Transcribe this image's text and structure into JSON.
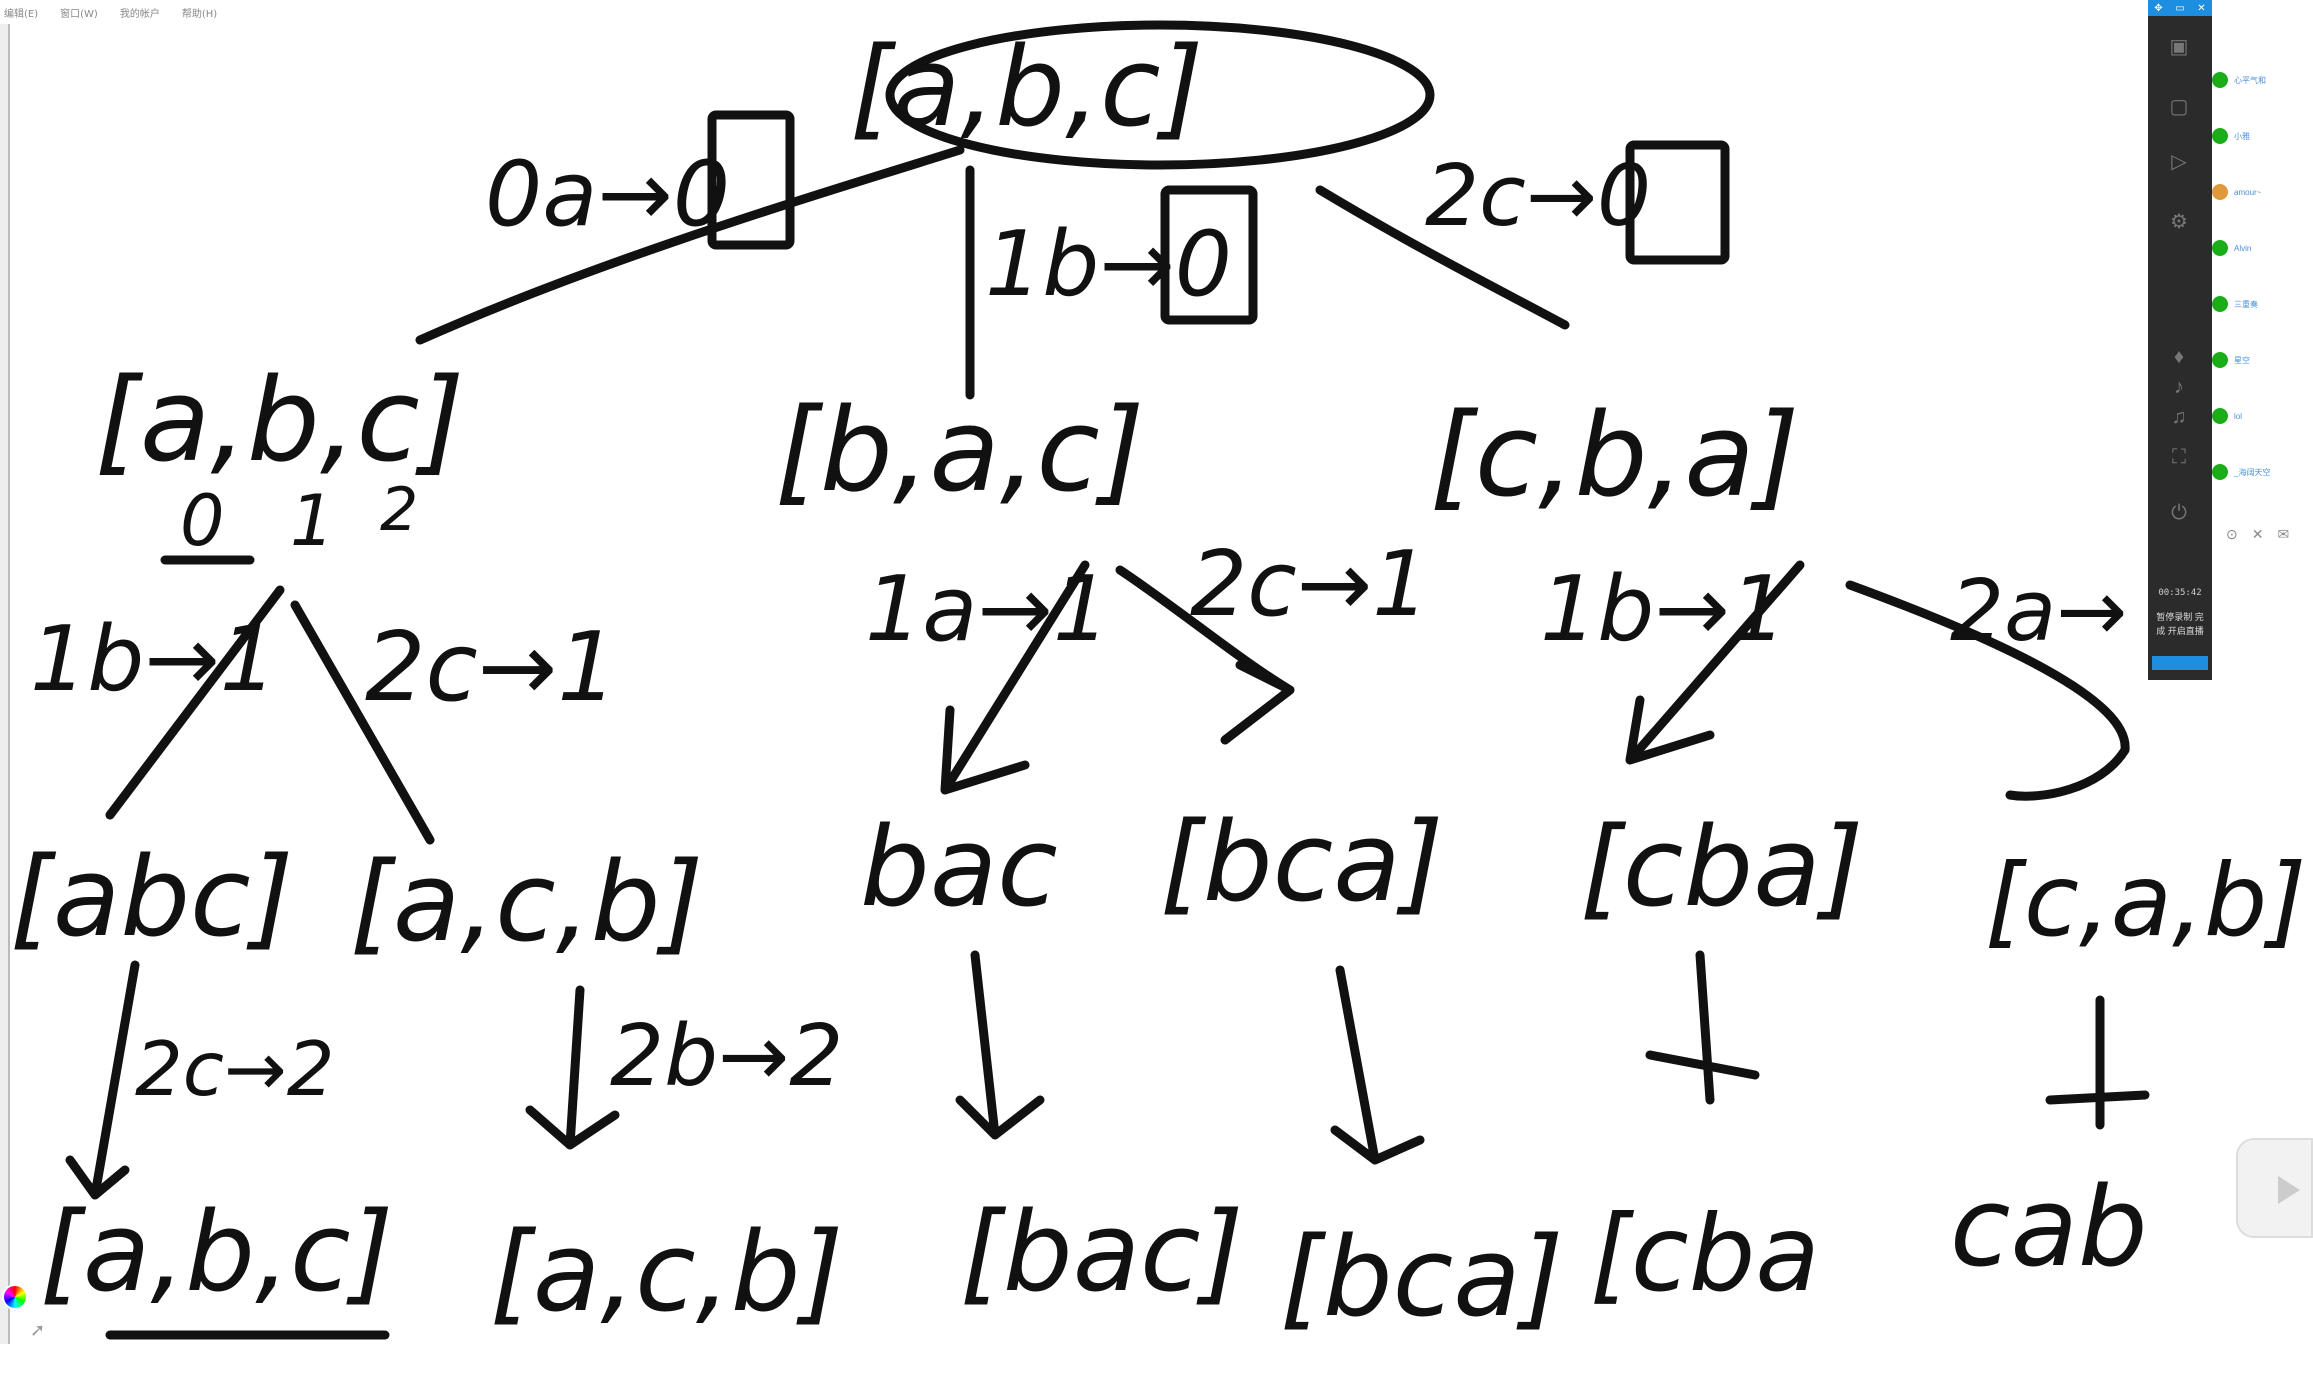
{
  "menubar": {
    "items": [
      "编辑(E)",
      "窗口(W)",
      "我的帐户",
      "帮助(H)"
    ]
  },
  "board": {
    "root": "[a,b,c]",
    "level1_edges": [
      "0a→0",
      "1b→0",
      "2c→0"
    ],
    "level1_nodes": [
      "[a,b,c]",
      "[b,a,c]",
      "[c,b,a]"
    ],
    "indices": [
      "0",
      "1",
      "2"
    ],
    "level2_edges": [
      "1b→1",
      "2c→1",
      "1a→1",
      "2c→1",
      "1b→1",
      "2a→"
    ],
    "level2_nodes": [
      "[abc]",
      "[a,c,b]",
      "bac",
      "[bca]",
      "[cba]",
      "[c,a,b]"
    ],
    "level3_edges": [
      "2c→2",
      "2b→2"
    ],
    "level3_nodes": [
      "[a,b,c]",
      "[a,c,b]",
      "[bac]",
      "[bca]",
      "[cba",
      "cab"
    ]
  },
  "side_panel": {
    "timer": "00:35:42",
    "status_text": "暂停录制 完成 开启直播",
    "users": [
      {
        "name": "心平气和",
        "type": "wechat"
      },
      {
        "name": "小雅",
        "type": "wechat"
      },
      {
        "name": "amour~",
        "type": "avatar"
      },
      {
        "name": "Alvin",
        "type": "wechat"
      },
      {
        "name": "三重奏",
        "type": "wechat"
      },
      {
        "name": "星空",
        "type": "wechat"
      },
      {
        "name": "lol",
        "type": "wechat"
      },
      {
        "name": "_海阔天空",
        "type": "wechat"
      }
    ],
    "colors": {
      "accent": "#1e8fe0",
      "panel": "#2b2b2b",
      "online": "#1aad19"
    }
  }
}
